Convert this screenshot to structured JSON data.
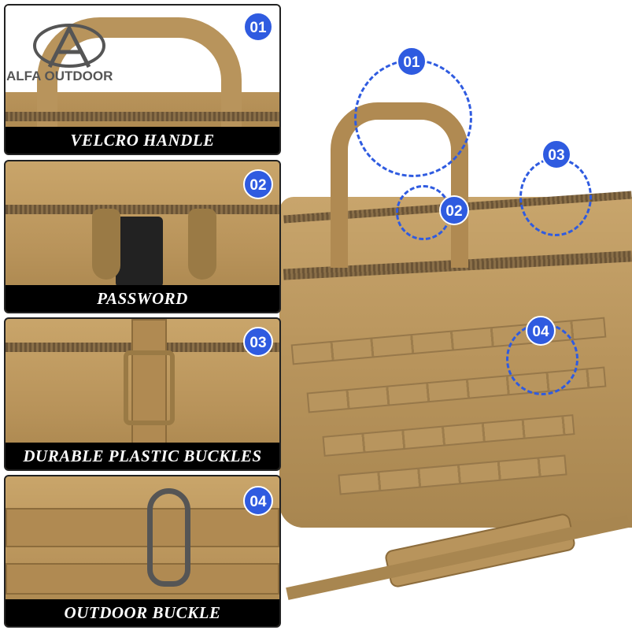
{
  "logo": {
    "text": "ALFA OUTDOOR"
  },
  "panels": [
    {
      "number": "01",
      "label": "VELCRO HANDLE"
    },
    {
      "number": "02",
      "label": "PASSWORD"
    },
    {
      "number": "03",
      "label": "DURABLE PLASTIC BUCKLES"
    },
    {
      "number": "04",
      "label": "OUTDOOR BUCKLE"
    }
  ],
  "callouts": [
    "01",
    "02",
    "03",
    "04"
  ],
  "colors": {
    "accent": "#2f5be0",
    "fabric": "#b8945c"
  }
}
